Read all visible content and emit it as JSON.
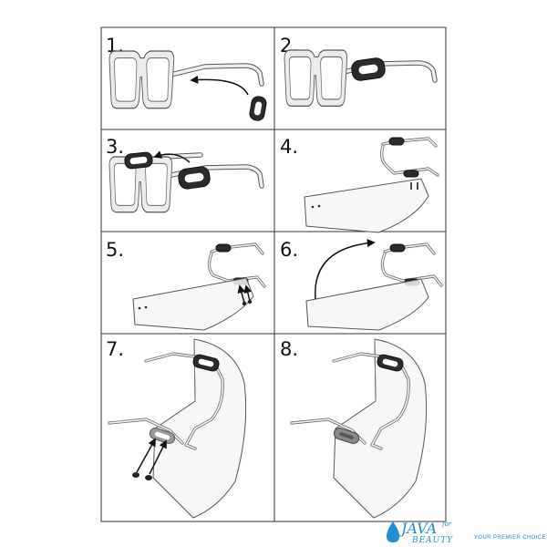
{
  "steps": [
    {
      "number": "1."
    },
    {
      "number": "2."
    },
    {
      "number": "3."
    },
    {
      "number": "4."
    },
    {
      "number": "5."
    },
    {
      "number": "6."
    },
    {
      "number": "7."
    },
    {
      "number": "8."
    }
  ],
  "logo": {
    "brand": "JAVA",
    "for": "for",
    "beauty": "BEAUTY",
    "tagline": "YOUR PREMIER CHOICE"
  },
  "colors": {
    "clip": "#2b2b2b",
    "logo": "#1f8fd2",
    "frame": "#ececec"
  }
}
